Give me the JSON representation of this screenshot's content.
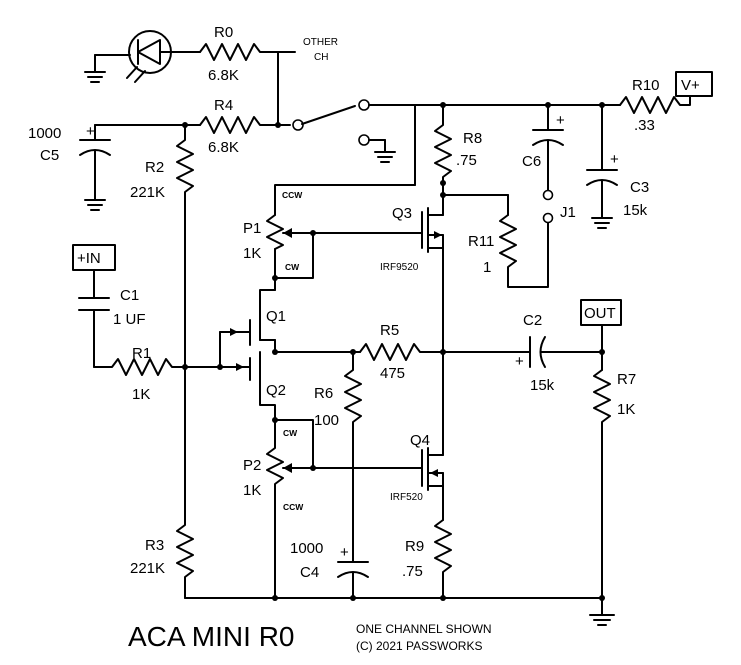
{
  "title": "ACA MINI R0",
  "notes": {
    "channel": "ONE CHANNEL SHOWN",
    "copyright": "(C) 2021 PASSWORKS"
  },
  "other_channel": [
    "OTHER",
    "CH"
  ],
  "ports": {
    "input": "+IN",
    "supply": "V+",
    "output": "OUT"
  },
  "jumper": "J1",
  "pot_marks": {
    "p1_top": "CCW",
    "p1_bottom": "CW",
    "p2_top": "CW",
    "p2_bottom": "CCW"
  },
  "components": {
    "r0": {
      "ref": "R0",
      "value": "6.8K"
    },
    "r1": {
      "ref": "R1",
      "value": "1K"
    },
    "r2": {
      "ref": "R2",
      "value": "221K"
    },
    "r3": {
      "ref": "R3",
      "value": "221K"
    },
    "r4": {
      "ref": "R4",
      "value": "6.8K"
    },
    "r5": {
      "ref": "R5",
      "value": "475"
    },
    "r6": {
      "ref": "R6",
      "value": "100"
    },
    "r7": {
      "ref": "R7",
      "value": "1K"
    },
    "r8": {
      "ref": "R8",
      "value": ".75"
    },
    "r9": {
      "ref": "R9",
      "value": ".75"
    },
    "r10": {
      "ref": "R10",
      "value": ".33"
    },
    "r11": {
      "ref": "R11",
      "value": "1"
    },
    "c1": {
      "ref": "C1",
      "value": "1 UF"
    },
    "c2": {
      "ref": "C2",
      "value": "15k"
    },
    "c3": {
      "ref": "C3",
      "value": "15k"
    },
    "c4": {
      "ref": "C4",
      "value": "1000"
    },
    "c5": {
      "ref": "C5",
      "value": "1000"
    },
    "c6": {
      "ref": "C6"
    },
    "p1": {
      "ref": "P1",
      "value": "1K"
    },
    "p2": {
      "ref": "P2",
      "value": "1K"
    },
    "q1": {
      "ref": "Q1"
    },
    "q2": {
      "ref": "Q2"
    },
    "q3": {
      "ref": "Q3",
      "part": "IRF9520"
    },
    "q4": {
      "ref": "Q4",
      "part": "IRF520"
    }
  }
}
